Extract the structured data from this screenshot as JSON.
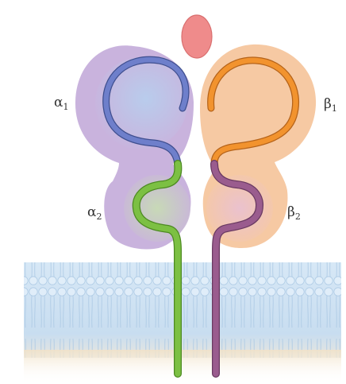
{
  "labels": {
    "alpha1": {
      "symbol": "α",
      "sub": "1"
    },
    "alpha2": {
      "symbol": "α",
      "sub": "2"
    },
    "beta1": {
      "symbol": "β",
      "sub": "1"
    },
    "beta2": {
      "symbol": "β",
      "sub": "2"
    }
  },
  "colors": {
    "alpha_domain_fill": "#c9b3dd",
    "alpha1_inner": "#b7cfee",
    "alpha2_inner": "#c8e0b0",
    "beta_domain_fill": "#f6c9a3",
    "beta2_inner": "#e5c2d8",
    "alpha1_strand": "#6e7fcb",
    "alpha2_strand": "#7cc043",
    "beta1_strand": "#f2932e",
    "beta2_strand": "#9a5c8e",
    "ligand": "#ef8b8b",
    "membrane": "#c4dbf0",
    "membrane_base": "#f3e3c9"
  },
  "icons": {
    "ligand": "oval-ligand",
    "membrane": "lipid-bilayer"
  }
}
